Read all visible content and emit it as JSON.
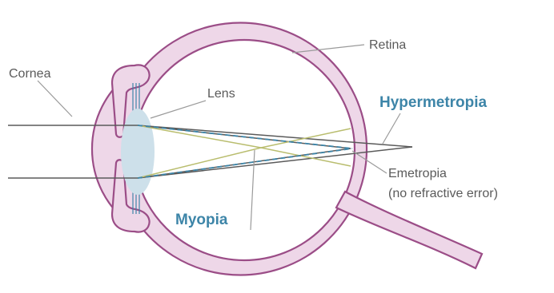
{
  "labels": {
    "retina": "Retina",
    "cornea": "Cornea",
    "lens": "Lens",
    "hypermetropia": "Hypermetropia",
    "emetropia_line1": "Emetropia",
    "emetropia_line2": "(no refractive error)",
    "myopia": "Myopia"
  },
  "colors": {
    "eye_fill": "#eed7e8",
    "eye_stroke": "#9b4d87",
    "lens_fill": "#cde0ea",
    "emmetropia_ray": "#5a5a5a",
    "myopia_ray": "#b9bd6e",
    "hypermetropia_ray": "#3d85a8",
    "label_text": "#5a5a5a",
    "accent_label": "#3d85a8",
    "leader_line": "#9a9a9a"
  }
}
